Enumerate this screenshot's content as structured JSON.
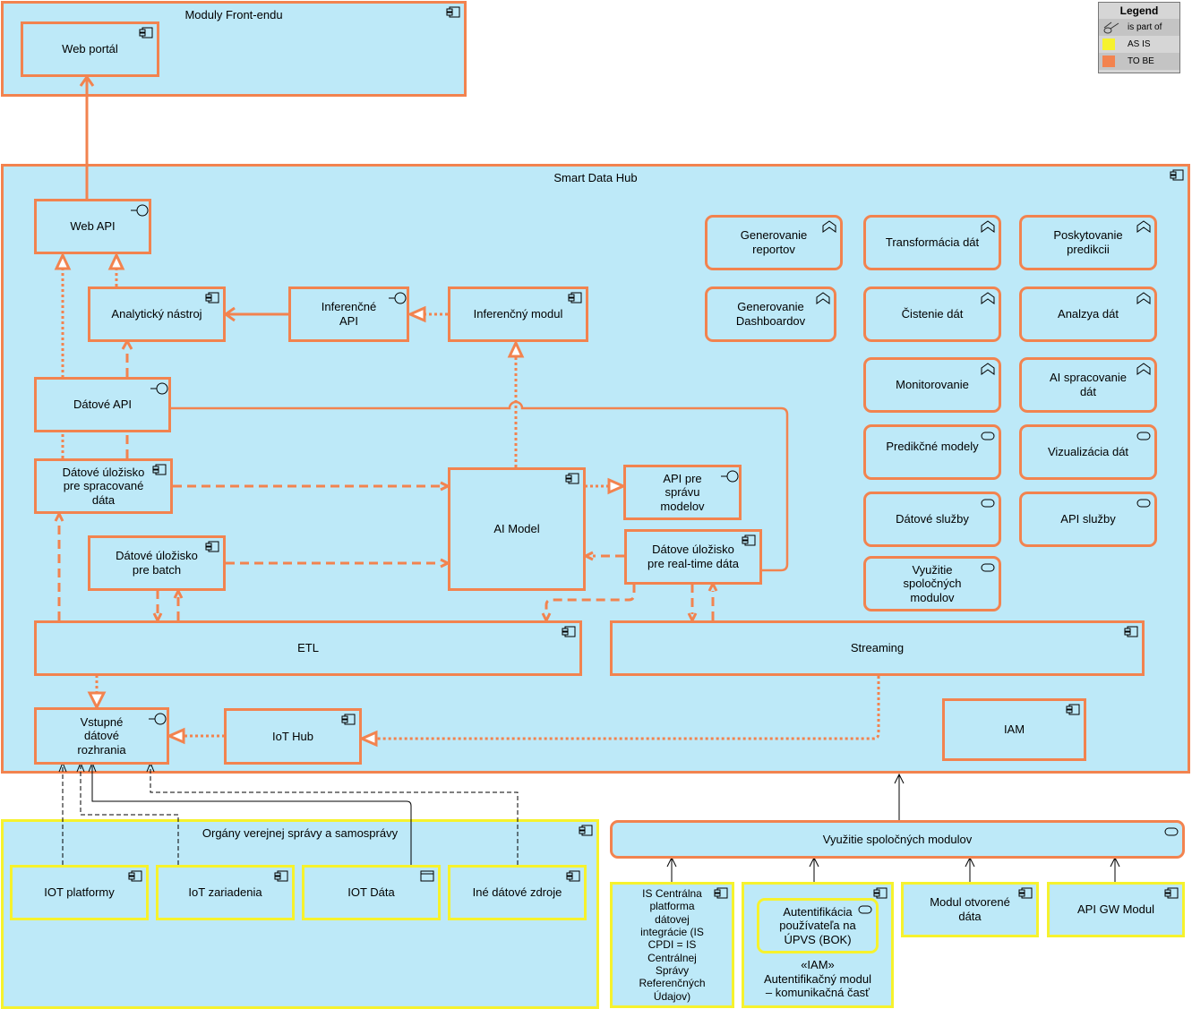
{
  "legend": {
    "title": "Legend",
    "items": [
      {
        "label": "is part of",
        "icon": "is-part-of-icon"
      },
      {
        "label": "AS IS",
        "color": "#f6f22d"
      },
      {
        "label": "TO BE",
        "color": "#f2834f"
      }
    ]
  },
  "colors": {
    "fill": "#bde9f8",
    "to_be_border": "#f2834f",
    "as_is_border": "#f6f22d"
  },
  "groups": {
    "frontend": "Moduly Front-endu",
    "hub": "Smart Data Hub",
    "organs": "Orgány verejnej správy a samosprávy"
  },
  "nodes": {
    "web_portal": "Web portál",
    "web_api": "Web API",
    "analytic_tool": "Analytický nástroj",
    "inference_api": "Inferenčné\nAPI",
    "inference_module": "Inferenčný modul",
    "data_api": "Dátové API",
    "processed_store": "Dátové úložisko\npre spracované\ndáta",
    "ai_model": "AI Model",
    "model_api": "API pre\nsprávu\nmodelov",
    "batch_store": "Dátové úložisko\npre batch",
    "realtime_store": "Dátove úložisko\npre real-time dáta",
    "etl": "ETL",
    "streaming": "Streaming",
    "input_interfaces": "Vstupné\ndátové\nrozhrania",
    "iot_hub": "IoT Hub",
    "iam": "IAM",
    "iot_platforms": "IOT platformy",
    "iot_devices": "IoT zariadenia",
    "iot_data": "IOT Dáta",
    "other_sources": "Iné dátové zdroje",
    "shared_modules_usage": "Využitie spoločných modulov",
    "is_cpdi": "IS Centrálna\nplatforma\ndátovej\nintegrácie (IS\nCPDI = IS\nCentrálnej\nSprávy\nReferenčných\nÚdajov)",
    "iam_module": "«IAM»\nAutentifikačný modul\n– komunikačná časť",
    "upvs_auth": "Autentifikácia\npoužívateľa na\nÚPVS (BOK)",
    "open_data": "Modul otvorené\ndáta",
    "api_gw": "API GW Modul"
  },
  "functions": {
    "reports": "Generovanie\nreportov",
    "transformation": "Transformácia dát",
    "prediction": "Poskytovanie\npredikcii",
    "dashboards": "Generovanie\nDashboardov",
    "cleaning": "Čistenie dát",
    "analysis": "Analzya dát",
    "monitoring": "Monitorovanie",
    "ai_processing": "AI spracovanie\ndát"
  },
  "services": {
    "predictive_models": "Predikčné modely",
    "visualization": "Vizualizácia dát",
    "data_services": "Dátové služby",
    "api_services": "API služby",
    "shared_usage": "Využitie\nspoločných\nmodulov"
  }
}
